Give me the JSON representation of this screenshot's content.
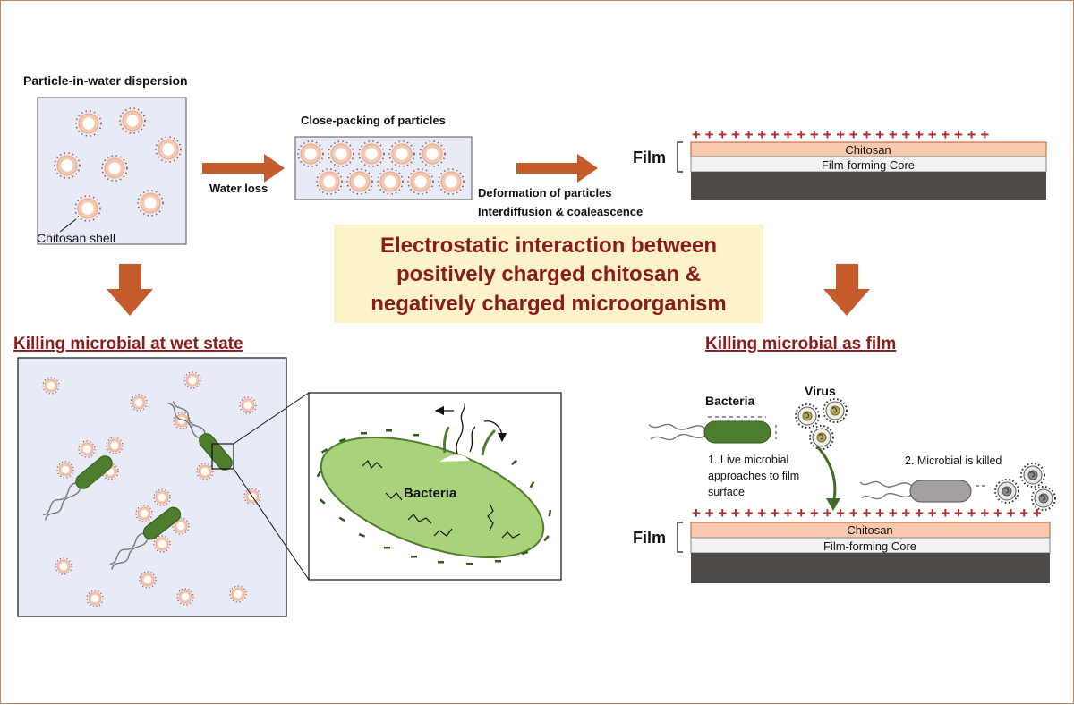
{
  "labels": {
    "dispersion": "Particle-in-water dispersion",
    "shell": "Chitosan shell",
    "water_loss": "Water loss",
    "close_packing": "Close-packing of particles",
    "deformation": "Deformation of particles",
    "interdiffusion": "Interdiffusion & coaleascence",
    "film": "Film",
    "chitosan": "Chitosan",
    "core": "Film-forming Core",
    "bacteria": "Bacteria",
    "virus": "Virus",
    "step1_line1": "1. Live microbial",
    "step1_line2": "approaches to film",
    "step1_line3": "surface",
    "step2": "2. Microbial is killed",
    "plus_row": "+ + + + + + + + + + + + + + + + + + + + + + +",
    "plus_row_bottom": "+ + + + + + + + + + + + + + + + + + + + + + + + + + +"
  },
  "banner": {
    "line1": "Electrostatic interaction between",
    "line2": "positively charged chitosan &",
    "line3": "negatively charged microorganism"
  },
  "headers": {
    "wet": "Killing microbial at wet state",
    "film": "Killing microbial as film"
  },
  "colors": {
    "panel_fill": "#e6ebf5",
    "arrow": "#c55a2b",
    "chitosan_fill": "#f8c9ad",
    "core_fill": "#f2f2f2",
    "substrate": "#4d4a48",
    "bacteria_green": "#4e7d2e",
    "bacteria_light": "#a8d37a",
    "title_red": "#8b1a1a",
    "banner_bg": "#fdf3c8",
    "plus_red": "#b3262a"
  }
}
